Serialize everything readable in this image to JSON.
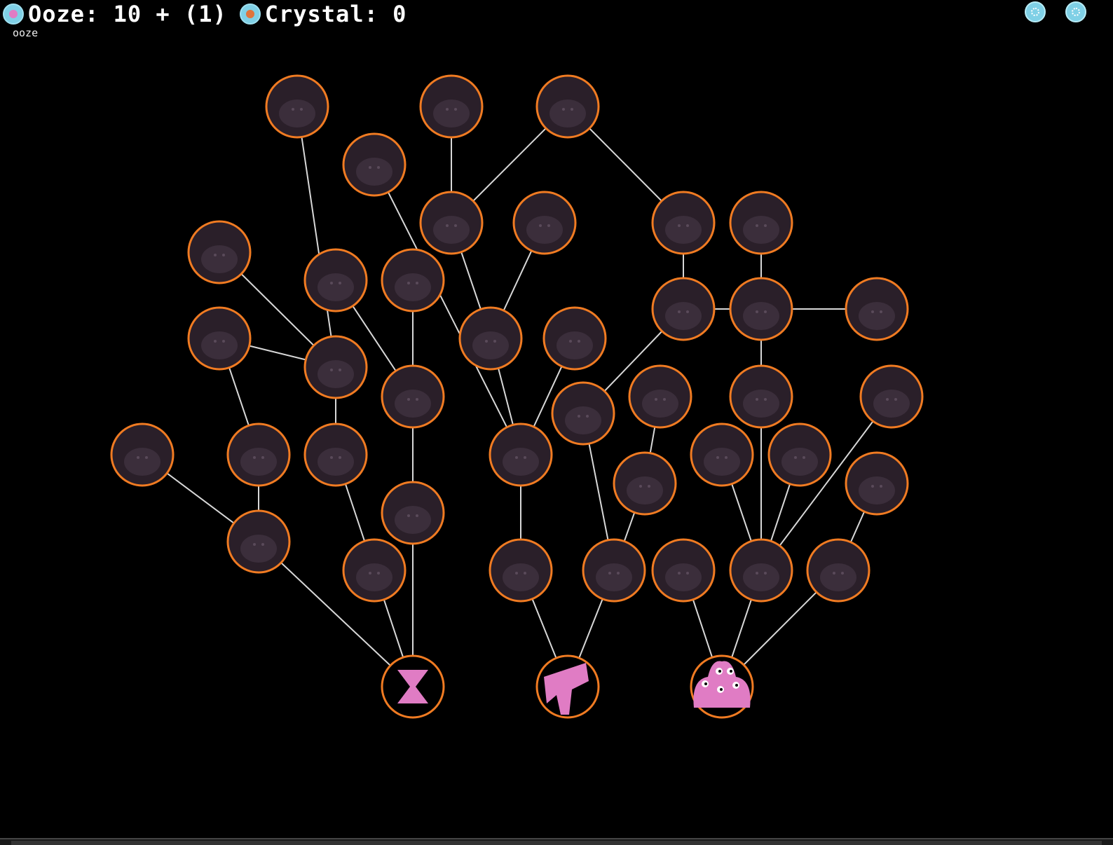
{
  "hud": {
    "ooze_label": "Ooze: 10 + (1)",
    "crystal_label": "Crystal: 0",
    "sublabel": "ooze",
    "ooze_icon": "ooze-orb-icon",
    "crystal_icon": "crystal-orb-icon",
    "buttons": [
      "settings-gear-icon",
      "menu-gear-icon"
    ]
  },
  "colors": {
    "background": "#000000",
    "ring": "#f07b22",
    "node_fill": "#2a1f29",
    "edge": "#d8d8d8",
    "unlocked": "#e07cc4",
    "accent": "#7fd0e6"
  },
  "nodes": [
    {
      "id": "n-cursed-altar",
      "icon": "altar-silhouette-icon",
      "unlocked": false
    },
    {
      "id": "n-gem",
      "icon": "diamond-gem-icon",
      "unlocked": false
    },
    {
      "id": "n-angry-block",
      "icon": "angry-block-icon",
      "unlocked": false
    },
    {
      "id": "n-lightning",
      "icon": "lightning-bolt-icon",
      "unlocked": false
    },
    {
      "id": "n-factory",
      "icon": "factory-icon",
      "unlocked": false
    },
    {
      "id": "n-storm-cloud",
      "icon": "storm-cloud-icon",
      "unlocked": false
    },
    {
      "id": "n-small-dot",
      "icon": "tiny-mark-icon",
      "unlocked": false
    },
    {
      "id": "n-quill",
      "icon": "quill-icon",
      "unlocked": false
    },
    {
      "id": "n-castle",
      "icon": "castle-hill-icon",
      "unlocked": false
    },
    {
      "id": "n-spider-web",
      "icon": "spider-icon",
      "unlocked": false
    },
    {
      "id": "n-mushroom-slime",
      "icon": "mushroom-slime-icon",
      "unlocked": false
    },
    {
      "id": "n-diamond",
      "icon": "diamond-icon",
      "unlocked": false
    },
    {
      "id": "n-box",
      "icon": "box-icon",
      "unlocked": false
    },
    {
      "id": "n-rune",
      "icon": "rune-scribble-icon",
      "unlocked": false
    },
    {
      "id": "n-slime-blob",
      "icon": "slime-blob-icon",
      "unlocked": false
    },
    {
      "id": "n-chain",
      "icon": "chain-loop-icon",
      "unlocked": false
    },
    {
      "id": "n-bird-shield",
      "icon": "bird-shield-icon",
      "unlocked": false
    },
    {
      "id": "n-spike",
      "icon": "spike-icon",
      "unlocked": false
    },
    {
      "id": "n-web-eye",
      "icon": "web-eye-icon",
      "unlocked": false
    },
    {
      "id": "n-flower",
      "icon": "flower-icon",
      "unlocked": false
    },
    {
      "id": "n-ghost",
      "icon": "ghost-icon",
      "unlocked": false
    },
    {
      "id": "n-eye-portal",
      "icon": "eye-portal-icon",
      "unlocked": false
    },
    {
      "id": "n-bone",
      "icon": "bone-icon",
      "unlocked": false
    },
    {
      "id": "n-crosshair",
      "icon": "crosshair-icon",
      "unlocked": false
    },
    {
      "id": "n-tombstone",
      "icon": "tombstone-icon",
      "unlocked": false
    },
    {
      "id": "n-swirl",
      "icon": "swirl-icon",
      "unlocked": false
    },
    {
      "id": "n-slime-face",
      "icon": "slime-face-icon",
      "unlocked": false
    },
    {
      "id": "n-hat",
      "icon": "hat-icon",
      "unlocked": false
    },
    {
      "id": "n-axe",
      "icon": "axe-icon",
      "unlocked": false
    },
    {
      "id": "n-jellyfish",
      "icon": "jellyfish-icon",
      "unlocked": false
    },
    {
      "id": "n-monster",
      "icon": "monster-icon",
      "unlocked": false
    },
    {
      "id": "n-sleep",
      "icon": "sleep-z-icon",
      "unlocked": false
    },
    {
      "id": "n-slime-drop",
      "icon": "slime-drop-icon",
      "unlocked": false
    },
    {
      "id": "n-pinwheel",
      "icon": "pinwheel-icon",
      "unlocked": false
    },
    {
      "id": "n-clover-slime",
      "icon": "clover-slime-icon",
      "unlocked": false
    },
    {
      "id": "n-slime-smile",
      "icon": "slime-smile-icon",
      "unlocked": false
    },
    {
      "id": "n-cracked-egg",
      "icon": "cracked-egg-icon",
      "unlocked": false
    },
    {
      "id": "n-crown-slime",
      "icon": "crown-slime-icon",
      "unlocked": false
    },
    {
      "id": "n-spider-legs",
      "icon": "spider-legs-icon",
      "unlocked": false
    },
    {
      "id": "n-hourglass",
      "icon": "hourglass-icon",
      "unlocked": true
    },
    {
      "id": "n-rift-slime",
      "icon": "rift-slime-icon",
      "unlocked": true
    },
    {
      "id": "n-multi-eye-slime",
      "icon": "multi-eye-slime-icon",
      "unlocked": true
    }
  ]
}
